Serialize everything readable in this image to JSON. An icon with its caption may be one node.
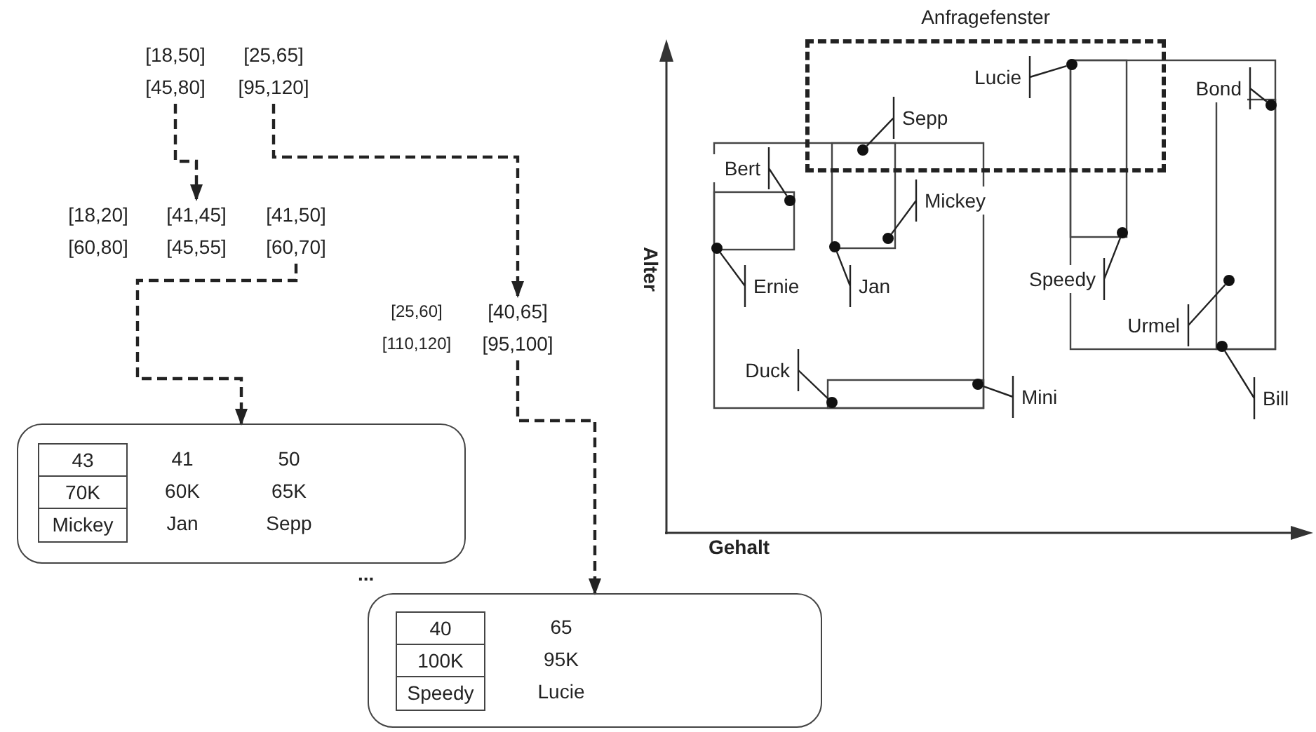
{
  "diagram": {
    "nodes": [
      {
        "text": [
          "[18,50]",
          "[45,80]"
        ]
      },
      {
        "text": [
          "[25,65]",
          "[95,120]"
        ]
      },
      {
        "text": [
          "[18,20]",
          "[60,80]"
        ]
      },
      {
        "text": [
          "[41,45]",
          "[45,55]"
        ]
      },
      {
        "text": [
          "[41,50]",
          "[60,70]"
        ]
      },
      {
        "text": [
          "[25,60]",
          "[110,120]"
        ]
      },
      {
        "text": [
          "[40,65]",
          "[95,100]"
        ]
      },
      {
        "text": [],
        "shape": "box"
      },
      {
        "text": [
          "43",
          "70K",
          "Mickey"
        ],
        "in": 7
      },
      {
        "text": [
          "41",
          "60K",
          "Jan"
        ],
        "in": 7
      },
      {
        "text": [
          "50",
          "65K",
          "Sepp"
        ],
        "in": 7
      },
      {
        "text": [],
        "shape": "box"
      },
      {
        "text": [
          "40",
          "100K",
          "Speedy"
        ],
        "in": 11
      },
      {
        "text": [
          "65",
          "95K",
          "Lucie"
        ],
        "in": 11
      },
      {
        "text": [
          "Anfragefenster"
        ]
      },
      {
        "text": [
          "Lucie"
        ],
        "in": 14
      },
      {
        "text": [],
        "shape": "circle",
        "in": 14
      },
      {
        "text": [
          "Bond"
        ]
      },
      {
        "text": [],
        "shape": "circle"
      },
      {
        "text": [
          "Sepp"
        ],
        "in": 14
      },
      {
        "text": [],
        "shape": "circle",
        "in": 14
      },
      {
        "text": [
          "Bert"
        ]
      },
      {
        "text": [],
        "shape": "circle"
      },
      {
        "text": [
          "Mickey"
        ]
      },
      {
        "text": [],
        "shape": "circle"
      },
      {
        "text": [
          "Ernie"
        ]
      },
      {
        "text": [],
        "shape": "circle"
      },
      {
        "text": [
          "Jan"
        ]
      },
      {
        "text": [],
        "shape": "circle"
      },
      {
        "text": [
          "Speedy"
        ]
      },
      {
        "text": [],
        "shape": "circle"
      },
      {
        "text": [
          "Urmel"
        ]
      },
      {
        "text": [],
        "shape": "circle"
      },
      {
        "text": [
          "Duck"
        ]
      },
      {
        "text": [],
        "shape": "circle"
      },
      {
        "text": [
          "Mini"
        ]
      },
      {
        "text": [],
        "shape": "circle"
      },
      {
        "text": [
          "Bill"
        ]
      },
      {
        "text": [],
        "shape": "circle"
      }
    ],
    "edges": [
      {
        "from": 0,
        "to": 3,
        "arrow": "to",
        "style": "dashed"
      },
      {
        "from": 1,
        "to": 6,
        "arrow": "to",
        "style": "dashed"
      },
      {
        "from": 4,
        "to": 7,
        "arrow": "to",
        "style": "dashed"
      },
      {
        "from": 6,
        "to": 11,
        "arrow": "to",
        "style": "dashed"
      },
      {
        "from": 15,
        "to": 16,
        "arrow": "none"
      },
      {
        "from": 17,
        "to": 18,
        "arrow": "none"
      },
      {
        "from": 19,
        "to": 20,
        "arrow": "none"
      },
      {
        "from": 21,
        "to": 22,
        "arrow": "none"
      },
      {
        "from": 23,
        "to": 24,
        "arrow": "none"
      },
      {
        "from": 25,
        "to": 26,
        "arrow": "none"
      },
      {
        "from": 27,
        "to": 28,
        "arrow": "none"
      },
      {
        "from": 29,
        "to": 30,
        "arrow": "none"
      },
      {
        "from": 31,
        "to": 32,
        "arrow": "none"
      },
      {
        "from": 33,
        "to": 34,
        "arrow": "none"
      },
      {
        "from": 35,
        "to": 36,
        "arrow": "none"
      },
      {
        "from": 37,
        "to": 38,
        "arrow": "none"
      }
    ],
    "labels": [
      "Alter",
      "Gehalt",
      "..."
    ]
  }
}
